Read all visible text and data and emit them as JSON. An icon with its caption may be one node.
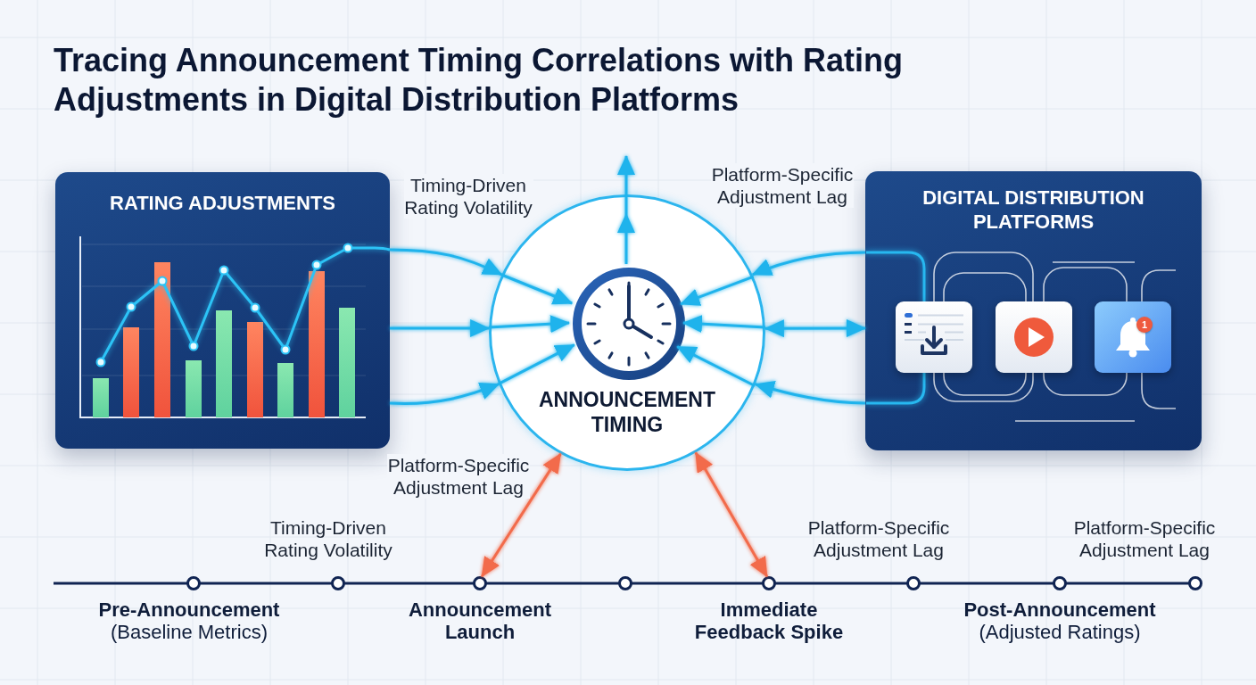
{
  "diagram": {
    "title": "Tracing Announcement Timing Correlations with Rating Adjustments in Digital Distribution Platforms",
    "nodes": [
      {
        "text": [
          "RATING ADJUSTMENTS"
        ]
      },
      {
        "text": [
          "ANNOUNCEMENT TIMING"
        ]
      },
      {
        "text": [],
        "shape": "picture",
        "in": 1
      },
      {
        "text": [
          "DIGITAL DISTRIBUTION PLATFORMS"
        ]
      },
      {
        "text": [],
        "shape": "circle",
        "beside": [
          "Pre-Announcement",
          "(Baseline Metrics)"
        ]
      },
      {
        "text": [],
        "shape": "circle"
      },
      {
        "text": [],
        "shape": "circle",
        "beside": [
          "Announcement Launch"
        ]
      },
      {
        "text": [],
        "shape": "circle"
      },
      {
        "text": [],
        "shape": "circle",
        "beside": [
          "Immediate Feedback Spike"
        ]
      },
      {
        "text": [],
        "shape": "circle"
      },
      {
        "text": [],
        "shape": "circle",
        "beside": [
          "Post-Announcement",
          "(Adjusted Ratings)"
        ]
      },
      {
        "text": [],
        "shape": "circle"
      }
    ],
    "edges": [
      {
        "from": 0,
        "to": 1,
        "arrow": "to",
        "label": "Timing-Driven Rating Volatility"
      },
      {
        "from": 0,
        "to": 1,
        "arrow": "to"
      },
      {
        "from": 0,
        "to": 1,
        "arrow": "to"
      },
      {
        "from": 1,
        "to": 2,
        "arrow": "to"
      },
      {
        "from": 1,
        "to": 2,
        "arrow": "to"
      },
      {
        "from": 1,
        "to": 2,
        "arrow": "to"
      },
      {
        "from": 1,
        "to": 2,
        "arrow": "to"
      },
      {
        "from": 1,
        "to": 2,
        "arrow": "to"
      },
      {
        "from": 1,
        "to": 2,
        "arrow": "to"
      },
      {
        "from": 2,
        "to": null,
        "arrow": "to"
      },
      {
        "from": 3,
        "to": 1,
        "arrow": "to",
        "label": "Platform-Specific Adjustment Lag"
      },
      {
        "from": 1,
        "to": 3,
        "arrow": "both"
      },
      {
        "from": 3,
        "to": 1,
        "arrow": "to"
      },
      {
        "from": 1,
        "to": 6,
        "arrow": "both",
        "label": "Platform-Specific Adjustment Lag",
        "color": "#f26b4b"
      },
      {
        "from": 1,
        "to": 8,
        "arrow": "both",
        "color": "#f26b4b"
      }
    ],
    "labels": [
      "1",
      "Timing-Driven Rating Volatility",
      "Platform-Specific Adjustment Lag",
      "Platform-Specific Adjustment Lag"
    ]
  }
}
